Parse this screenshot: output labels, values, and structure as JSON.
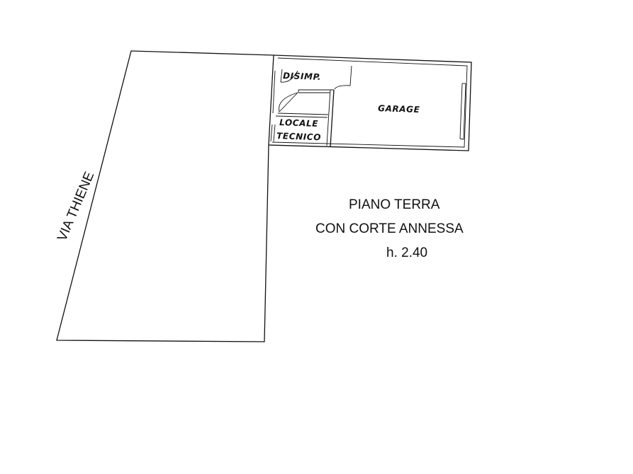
{
  "rooms": {
    "disimp": "DISIMP.",
    "garage": "GARAGE",
    "locale_line1": "LOCALE",
    "locale_line2": "TECNICO"
  },
  "street": "VIA THIENE",
  "title": {
    "line1": "PIANO TERRA",
    "line2": "CON CORTE ANNESSA",
    "line3": "h. 2.40"
  },
  "colors": {
    "line": "#111111",
    "background": "#ffffff"
  }
}
